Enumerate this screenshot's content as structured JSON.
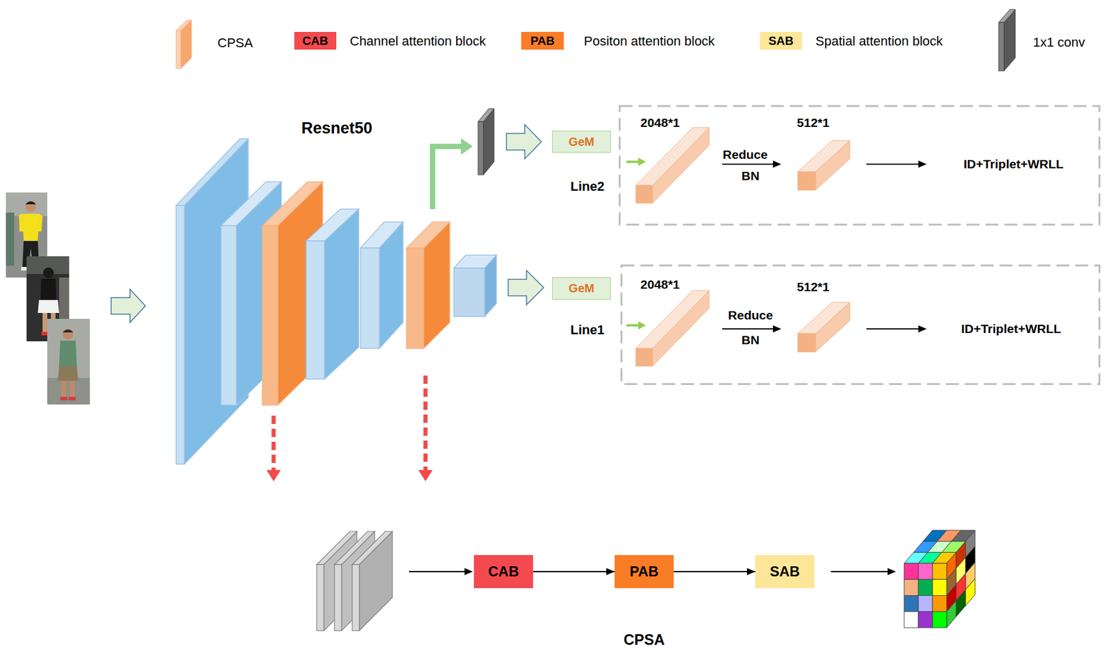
{
  "diagram": {
    "nodes": [
      {
        "text": [
          "GeM"
        ]
      },
      {
        "text": [
          "2048*1",
          "Reduce",
          "BN",
          "512*1",
          "ID+Triplet+WRLL"
        ]
      },
      {
        "text": [
          "GeM"
        ]
      },
      {
        "text": [
          "2048*1",
          "Reduce",
          "BN",
          "512*1",
          "ID+Triplet+WRLL"
        ]
      },
      {
        "text": [
          "CAB"
        ]
      },
      {
        "text": [
          "PAB"
        ]
      },
      {
        "text": [
          "SAB"
        ]
      }
    ],
    "edges": [
      {
        "from": 4,
        "to": 5,
        "arrow": "to"
      },
      {
        "from": 5,
        "to": 6,
        "arrow": "to"
      }
    ],
    "labels": [
      "CAB",
      "PAB",
      "SAB",
      "Resnet50",
      "Line2",
      "Line1",
      "CPSA"
    ],
    "legend": [
      {
        "text": "CPSA"
      },
      {
        "text": "Channel attention block",
        "color": "#f24a4f"
      },
      {
        "text": "Positon attention block",
        "color": "#fb7c26"
      },
      {
        "text": "Spatial attention block",
        "color": "#fee699"
      },
      {
        "text": "1x1 conv"
      }
    ]
  }
}
